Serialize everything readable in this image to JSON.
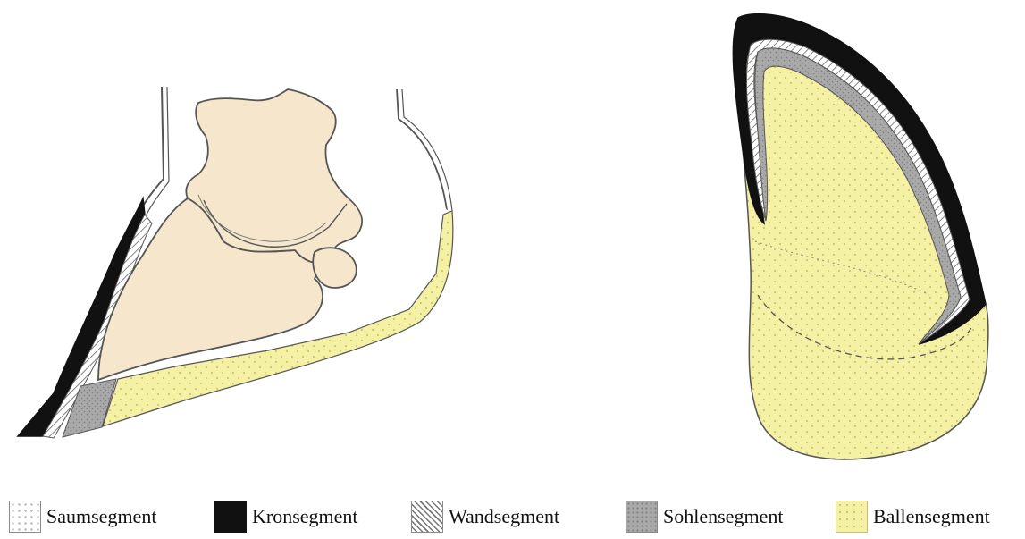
{
  "colors": {
    "bone": "#f5e6cc",
    "ballen": "#f4f0a4",
    "kron": "#111111",
    "sohle": "#a9a9a9",
    "outline": "#555555"
  },
  "legend": {
    "items": [
      {
        "key": "saum",
        "label": "Saumsegment",
        "swatch": "dotted-light"
      },
      {
        "key": "kron",
        "label": "Kronsegment",
        "swatch": "black"
      },
      {
        "key": "wand",
        "label": "Wandsegment",
        "swatch": "diagonal-hatch"
      },
      {
        "key": "sohle",
        "label": "Sohlensegment",
        "swatch": "grey-dotted"
      },
      {
        "key": "ballen",
        "label": "Ballensegment",
        "swatch": "yellow-dotted"
      }
    ]
  }
}
